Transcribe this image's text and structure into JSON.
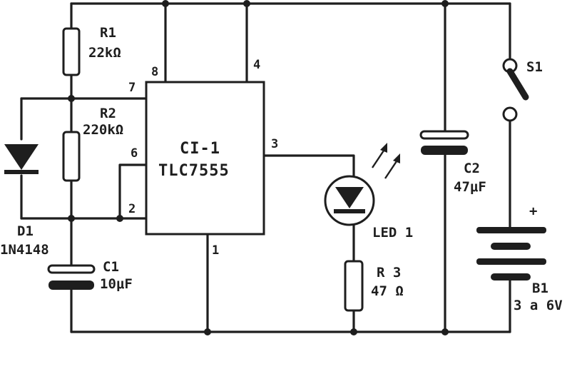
{
  "components": {
    "r1": {
      "ref": "R1",
      "value": "22kΩ"
    },
    "r2": {
      "ref": "R2",
      "value": "220kΩ"
    },
    "r3": {
      "ref": "R 3",
      "value": "47 Ω"
    },
    "c1": {
      "ref": "C1",
      "value": "10μF"
    },
    "c2": {
      "ref": "C2",
      "value": "47μF"
    },
    "d1": {
      "ref": "D1",
      "value": "1N4148"
    },
    "led1": {
      "ref": "LED 1"
    },
    "s1": {
      "ref": "S1"
    },
    "b1": {
      "ref": "B1",
      "value": "3 a 6V",
      "polarity": "+"
    },
    "ic1": {
      "ref": "CI-1",
      "part": "TLC7555",
      "pins": {
        "p1": "1",
        "p2": "2",
        "p3": "3",
        "p4": "4",
        "p6": "6",
        "p7": "7",
        "p8": "8"
      }
    }
  },
  "colors": {
    "ink": "#1e1e1e",
    "paper": "#ffffff"
  }
}
